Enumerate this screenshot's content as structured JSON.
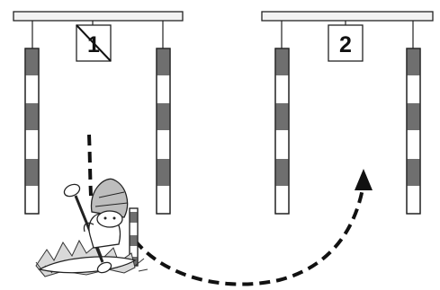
{
  "gates": [
    {
      "number": "1",
      "status": "passed"
    },
    {
      "number": "2",
      "status": "next"
    }
  ],
  "colors": {
    "pole_stripe": "#6f6f6f",
    "outline": "#222222",
    "crossbar": "#f2f2f2",
    "path": "#111111"
  },
  "icons": {
    "kayaker": "kayaker-figure",
    "path": "dashed-path-arrow"
  }
}
